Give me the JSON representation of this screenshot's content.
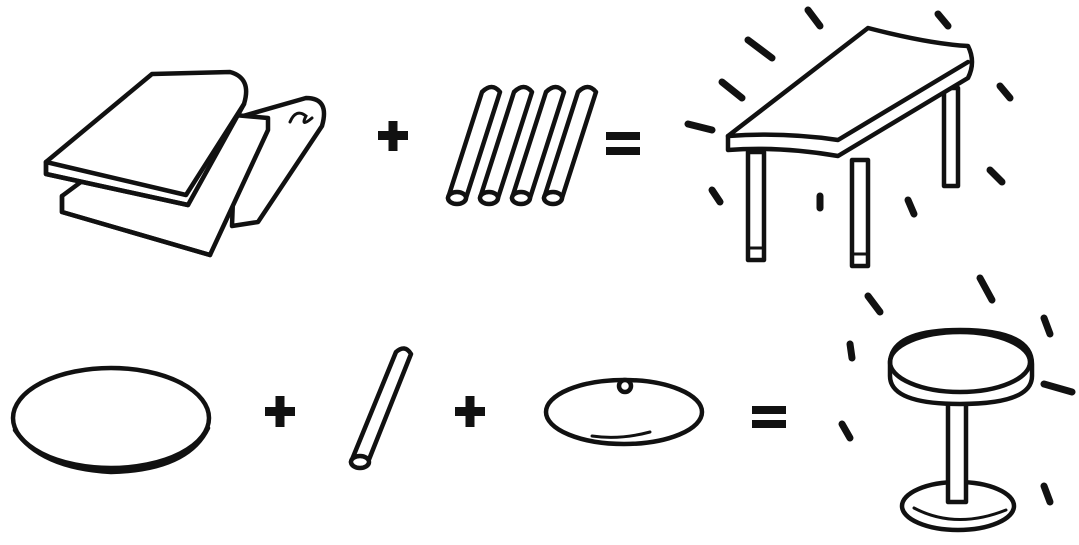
{
  "diagram": {
    "rows": [
      {
        "name": "rectangular-table-equation",
        "components": [
          "folded-boards",
          "four-rods"
        ],
        "operators": [
          "plus",
          "equals"
        ],
        "result": "rectangular-table"
      },
      {
        "name": "round-table-equation",
        "components": [
          "round-top",
          "single-rod",
          "round-base"
        ],
        "operators": [
          "plus",
          "plus",
          "equals"
        ],
        "result": "round-pedestal-table"
      }
    ],
    "icons": {
      "plus": "plus-sign-icon",
      "equals": "equals-sign-icon",
      "sparkle": "sparkle-lines-icon"
    },
    "colors": {
      "ink": "#111111",
      "background": "#ffffff"
    }
  }
}
